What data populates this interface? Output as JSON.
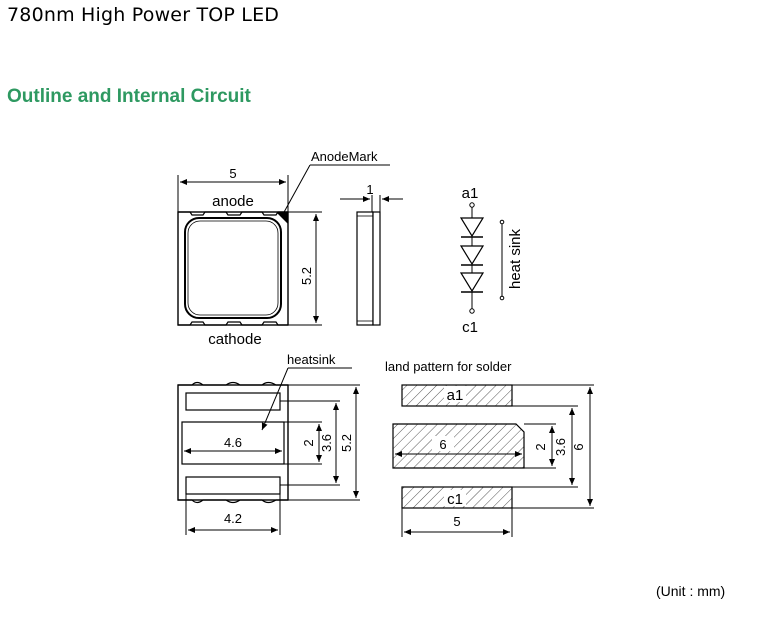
{
  "header": {
    "title": "780nm High Power TOP LED",
    "section": "Outline and Internal Circuit"
  },
  "top_view": {
    "width_dim": "5",
    "height_dim": "5.2",
    "anode": "anode",
    "cathode": "cathode",
    "anode_mark": "AnodeMark"
  },
  "side_view": {
    "thickness_dim": "1"
  },
  "circuit": {
    "a1": "a1",
    "c1": "c1",
    "heat_sink": "heat sink"
  },
  "bottom_view": {
    "heatsink_label": "heatsink",
    "pad_width_dim": "4.6",
    "pad_height_dim": "2",
    "pads_span_dim": "3.6",
    "body_height_dim": "5.2",
    "pitch_width_dim": "4.2"
  },
  "land_pattern": {
    "title": "land pattern for solder",
    "a1": "a1",
    "c1": "c1",
    "center_width_dim": "6",
    "center_height_dim": "2",
    "span_dim": "3.6",
    "total_dim": "6",
    "width_dim": "5"
  },
  "footer": {
    "unit": "(Unit : mm)"
  }
}
